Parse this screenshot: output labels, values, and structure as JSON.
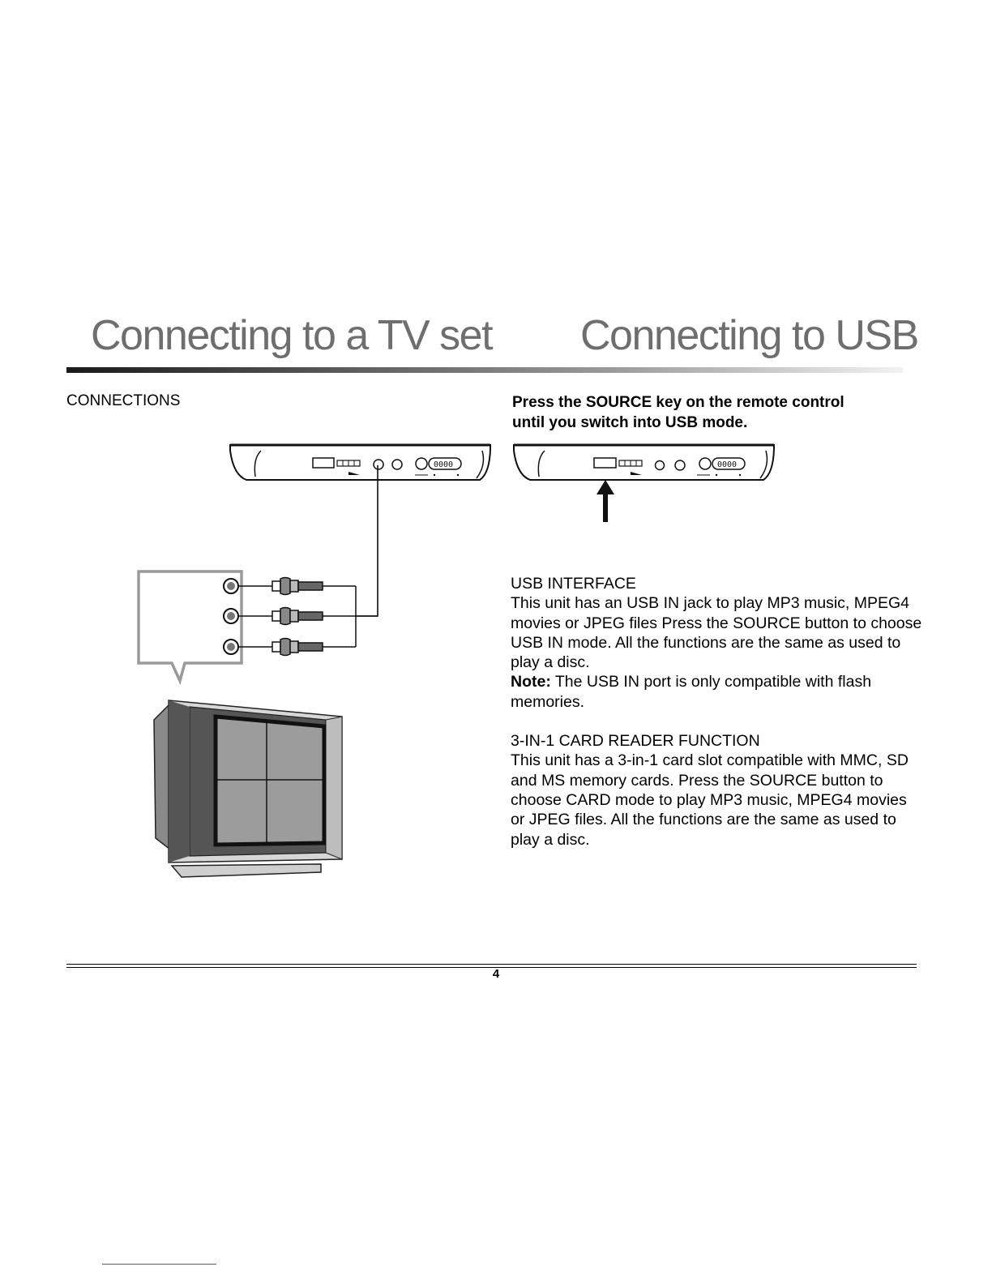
{
  "header": {
    "title_left": "Connecting to a TV set",
    "title_right": "Connecting to USB"
  },
  "left": {
    "connections_label": "CONNECTIONS"
  },
  "right": {
    "instruction": "Press the SOURCE key on the remote control until you switch into USB mode.",
    "usb_heading": "USB INTERFACE",
    "usb_text": "This  unit has an USB IN jack to play MP3 music, MPEG4 movies or JPEG files Press the SOURCE button to choose USB IN mode. All the functions are the same as used to play a disc.",
    "note_label": "Note:",
    "note_text": " The USB IN port is only compatible with flash memories.",
    "card_heading": "3-IN-1 CARD READER FUNCTION",
    "card_text": "This  unit has a 3-in-1 card slot compatible with MMC, SD and MS memory cards.  Press the SOURCE button to choose CARD mode to play MP3 music, MPEG4 movies or JPEG files. All the functions are the same as used to play a disc."
  },
  "footer": {
    "page_number": "4"
  },
  "icons": {
    "arrow": "up-arrow-icon",
    "tv": "tv-icon",
    "player": "dvd-player-icon"
  }
}
